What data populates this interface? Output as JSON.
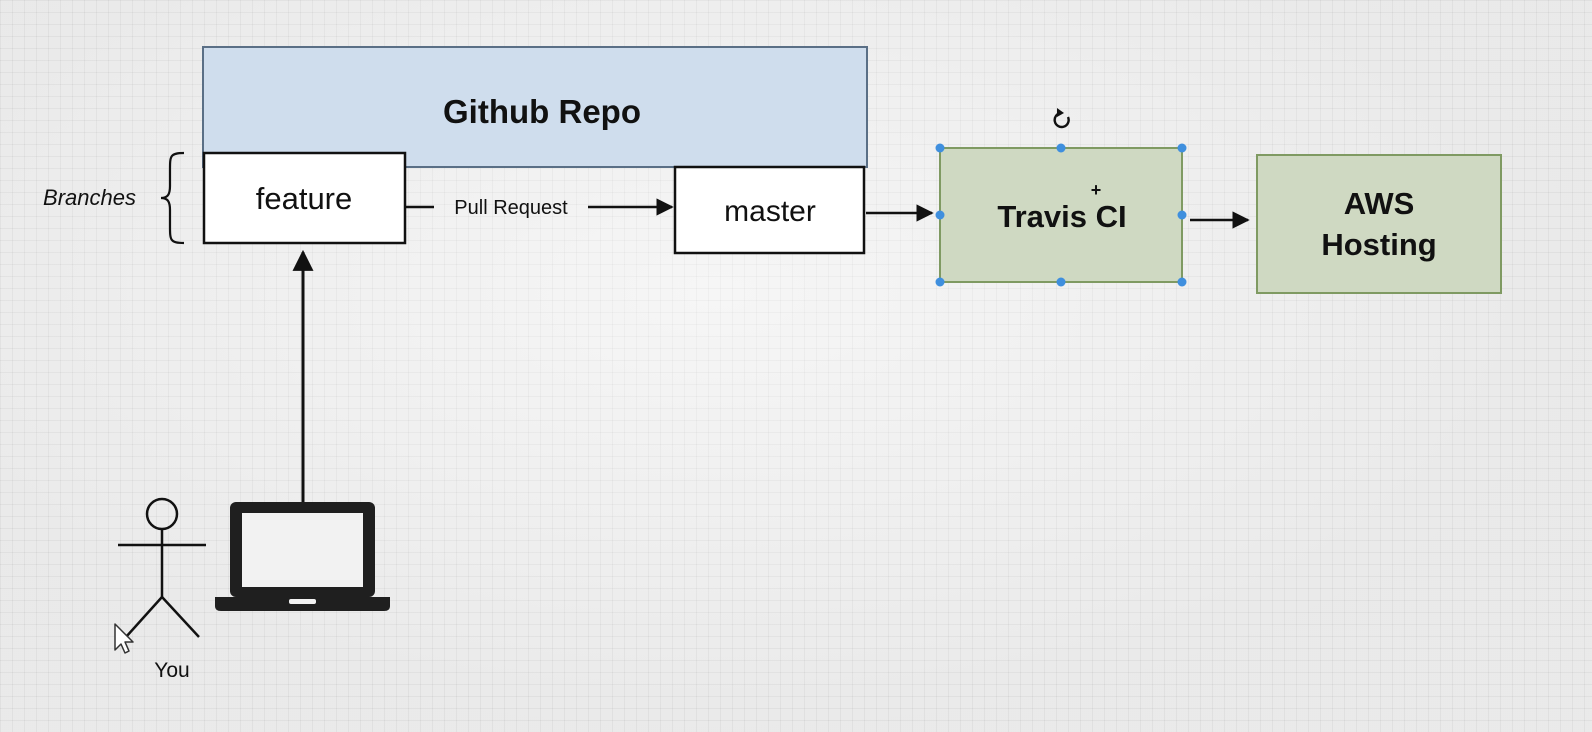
{
  "diagram": {
    "repo_title": "Github Repo",
    "branches_label": "Branches",
    "feature_label": "feature",
    "pull_request_label": "Pull Request",
    "master_label": "master",
    "travis_label": "Travis CI",
    "aws_line1": "AWS",
    "aws_line2": "Hosting",
    "you_label": "You"
  },
  "colors": {
    "repo_fill": "#cfdded",
    "stage_fill": "#cfd9c2",
    "stage_border": "#7f9a62",
    "selection_handle": "#3f8fde"
  },
  "icons": [
    "person-icon",
    "laptop-icon",
    "rotate-icon",
    "mouse-cursor-icon"
  ]
}
